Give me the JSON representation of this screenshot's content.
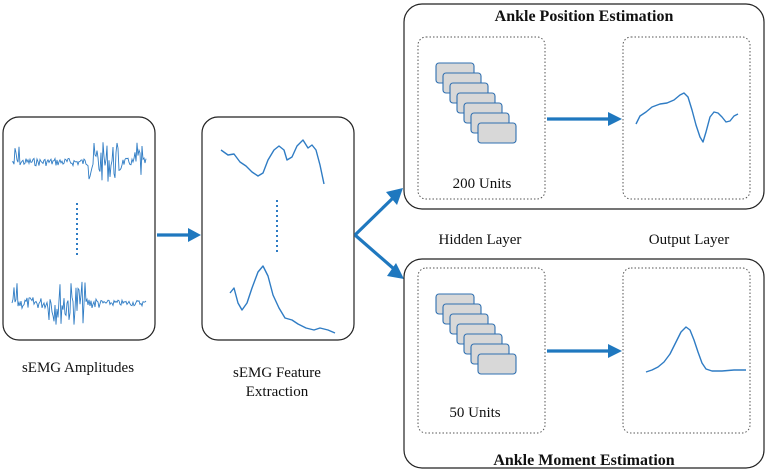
{
  "input": {
    "label": "sEMG Amplitudes"
  },
  "features": {
    "label_line1": "sEMG Feature",
    "label_line2": "Extraction"
  },
  "position_module": {
    "title": "Ankle Position Estimation",
    "units": "200 Units"
  },
  "moment_module": {
    "title": "Ankle Moment Estimation",
    "units": "50 Units"
  },
  "layers": {
    "hidden": "Hidden Layer",
    "output": "Output Layer"
  },
  "colors": {
    "signal": "#2f7cc4",
    "arrow": "#1f78bf",
    "unit_fill": "#d8d8d8"
  }
}
